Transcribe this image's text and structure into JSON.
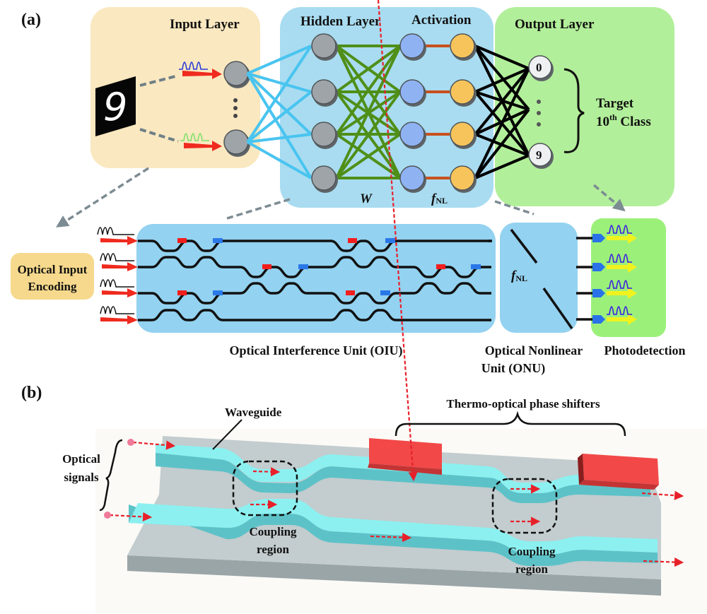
{
  "panel_a": {
    "label": "(a)",
    "input_layer": {
      "title": "Input Layer",
      "image_digit": "9",
      "ellipsis": "⋮",
      "colors": {
        "box": "#fae8c0",
        "top_pulse": "#2a3bd6",
        "bottom_pulse": "#7ee06a",
        "arrow": "#ef2a1e",
        "node": "#9ea4a8"
      }
    },
    "hidden_layer": {
      "title": "Hidden Layer",
      "activation_title": "Activation",
      "weight_label": "W",
      "nonlinear_label_main": "f",
      "nonlinear_label_sub": "NL",
      "colors": {
        "box": "#a9dcf0",
        "input_edges": "#49c4f0",
        "weight_edges": "#4f8f18",
        "activation_edge": "#c8501e",
        "hidden_node": "#9ea4a8",
        "pre_activation_node": "#8fb3f2",
        "post_activation_node": "#f7c45c"
      }
    },
    "output_layer": {
      "title": "Output Layer",
      "node_first": "0",
      "node_last": "9",
      "target_line1": "Target",
      "target_line2_prefix": "10",
      "target_line2_sup": "th",
      "target_line2_suffix": " Class",
      "colors": {
        "box": "#b2ef9a",
        "edges": "#000000",
        "node": "#eef0f2"
      }
    },
    "optical_input_encoding": {
      "line1": "Optical Input",
      "line2": "Encoding",
      "color": "#f6d98c"
    },
    "oiu": {
      "label": "Optical Interference Unit (OIU)",
      "color": "#93d2f0",
      "phase_shifter_red": "#f21e1e",
      "phase_shifter_blue": "#2a78e8"
    },
    "onu": {
      "label_line1": "Optical Nonlinear",
      "label_line2": "Unit (ONU)",
      "f_main": "f",
      "f_sub": "NL",
      "color": "#93d2f0"
    },
    "photodetection": {
      "label": "Photodetection",
      "color": "#9bf07a",
      "detector_color": "#2a72e8",
      "pulse_color": "#3b1fe0",
      "arrow_color": "#f0f21e"
    }
  },
  "panel_b": {
    "label": "(b)",
    "waveguide_label": "Waveguide",
    "phase_shifters_label": "Thermo-optical phase shifters",
    "optical_signals_line1": "Optical",
    "optical_signals_line2": "signals",
    "coupling_region_1_line1": "Coupling",
    "coupling_region_1_line2": "region",
    "coupling_region_2_line1": "Coupling",
    "coupling_region_2_line2": "region",
    "colors": {
      "waveguide_top": "#8cf0f0",
      "waveguide_side": "#5cc2c8",
      "substrate_top": "#c3ccce",
      "substrate_side": "#9aa5a8",
      "heater": "#f24848",
      "signal_arrow": "#e8202a",
      "background": "#fbfaf6"
    }
  }
}
